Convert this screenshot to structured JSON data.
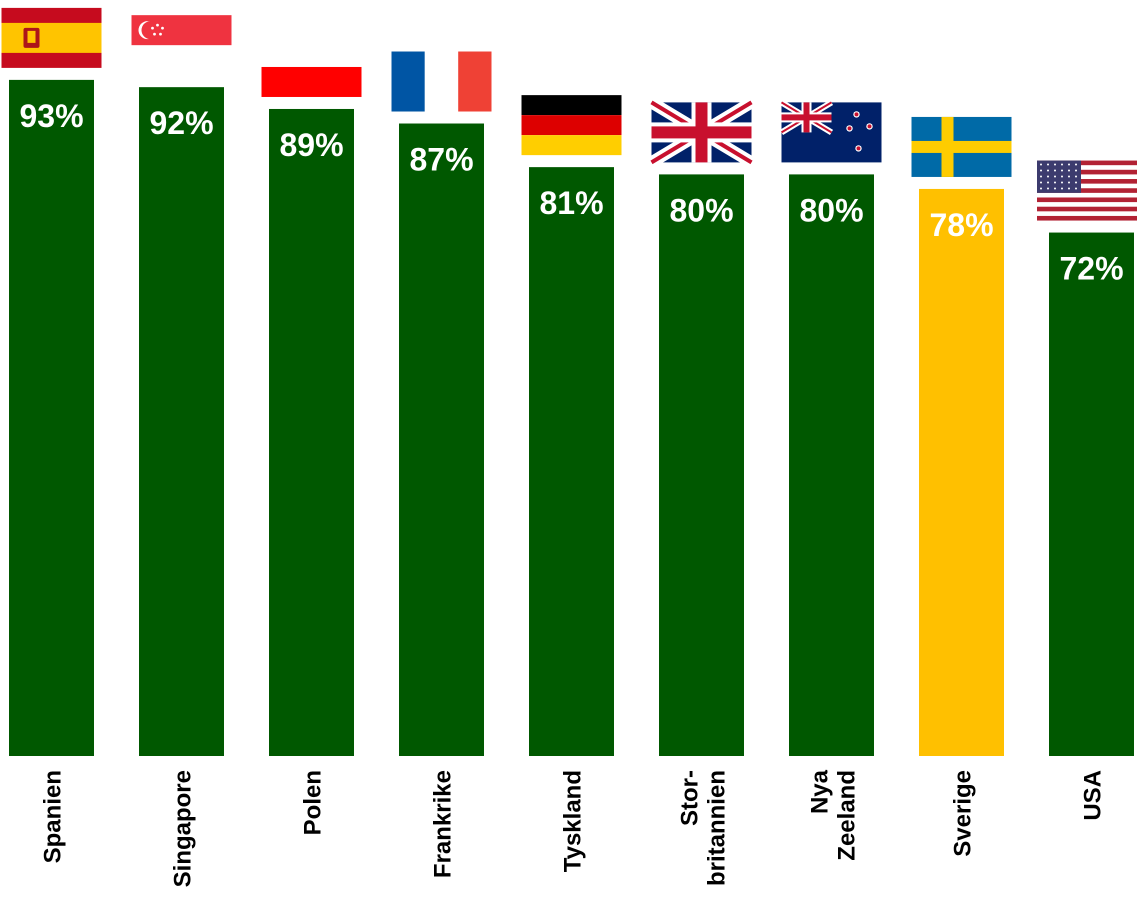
{
  "chart_data": {
    "type": "bar",
    "categories": [
      "Spanien",
      "Singapore",
      "Polen",
      "Frankrike",
      "Tyskland",
      "Stor-\nbritannien",
      "Nya\nZeeland",
      "Sverige",
      "USA"
    ],
    "values": [
      93,
      92,
      89,
      87,
      81,
      80,
      80,
      78,
      72
    ],
    "value_labels": [
      "93%",
      "92%",
      "89%",
      "87%",
      "81%",
      "80%",
      "80%",
      "78%",
      "72%"
    ],
    "flags": [
      "flag-spain-icon",
      "flag-singapore-icon",
      "flag-poland-icon",
      "flag-france-icon",
      "flag-germany-icon",
      "flag-uk-icon",
      "flag-new-zealand-icon",
      "flag-sweden-icon",
      "flag-usa-icon"
    ],
    "ylim": [
      0,
      100
    ],
    "grid": false,
    "colors": {
      "default": "#005800",
      "highlight": "#FFC000"
    },
    "highlight_index": 7
  }
}
